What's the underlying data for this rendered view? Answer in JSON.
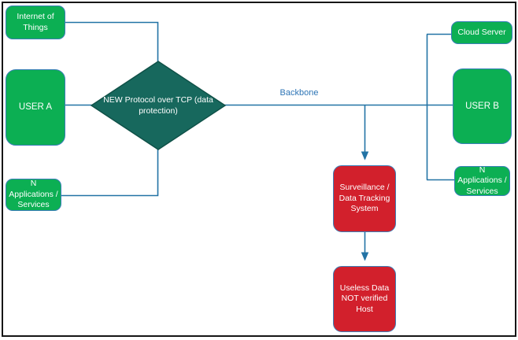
{
  "figure": {
    "type": "network-flowchart"
  },
  "colors": {
    "node_green": "#0caf53",
    "node_teal": "#17685d",
    "node_teal_border": "#0f5047",
    "node_red": "#d2202c",
    "node_border": "#3a7fb8",
    "connector": "#2273a5",
    "label_text": "#2e75b6",
    "node_text": "#ffffff",
    "frame_border": "#161616"
  },
  "nodes": {
    "internet_of_things": "Internet of Things",
    "user_a": "USER A",
    "n_applications_left": "N Applications / Services",
    "protocol_diamond": "NEW Protocol over TCP (data protection)",
    "cloud_server": "Cloud Server",
    "user_b": "USER B",
    "n_applications_right": "N Applications / Services",
    "surveillance": "Surveillance / Data Tracking System",
    "useless_data": "Useless Data NOT verified Host"
  },
  "edge_labels": {
    "backbone": "Backbone"
  }
}
